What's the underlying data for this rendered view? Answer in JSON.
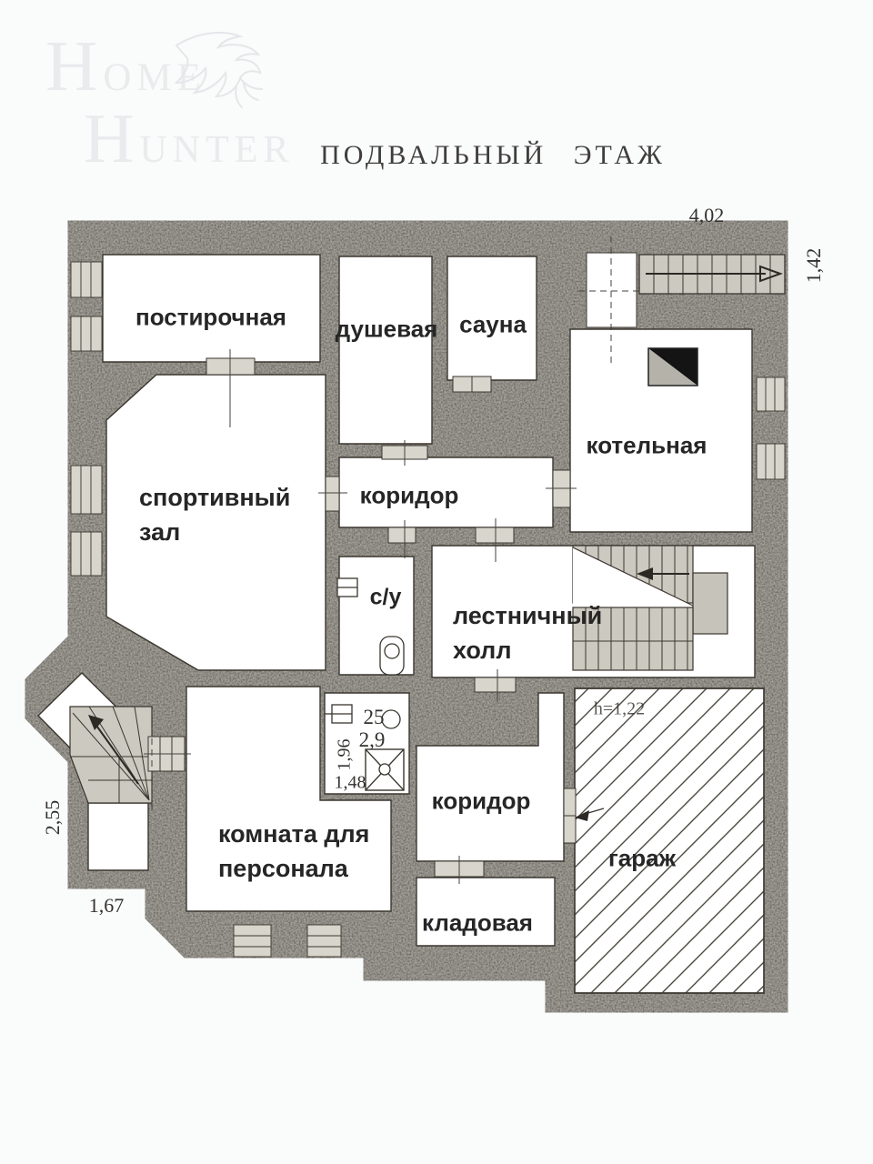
{
  "watermark": {
    "line1": "Home",
    "line2": "Hunter"
  },
  "title": "ПОДВАЛЬНЫЙ ЭТАЖ",
  "rooms": {
    "laundry": "постирочная",
    "shower": "душевая",
    "sauna": "сауна",
    "boiler": "котельная",
    "gym_line1": "спортивный",
    "gym_line2": "зал",
    "corridor_upper": "коридор",
    "wc": "с/у",
    "stair_hall_line1": "лестничный",
    "stair_hall_line2": "холл",
    "staff_line1": "комната для",
    "staff_line2": "персонала",
    "corridor_lower": "коридор",
    "storage": "кладовая",
    "garage": "гараж"
  },
  "dimensions": {
    "top_stairs_width": "4,02",
    "top_stairs_depth": "1,42",
    "entrance_width": "2,55",
    "entrance_depth": "1,67",
    "garage_height": "h=1,22",
    "bath_num": "25",
    "bath_area": "2,9",
    "bath_len": "1,96",
    "bath_wid": "1,48"
  },
  "colors": {
    "wall": "#4b453c",
    "stair_gray": "#ccc9c0",
    "door_gray": "#d8d5cc",
    "room_white": "#ffffff",
    "paper": "#fafbfb",
    "label_ink": "#262626"
  }
}
